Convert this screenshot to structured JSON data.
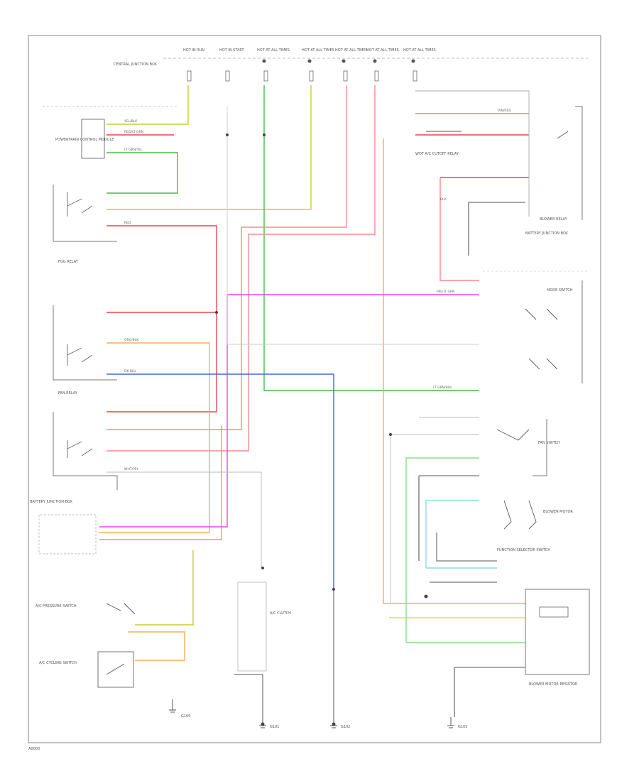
{
  "colors": {
    "yellow": "#c9cc33",
    "green": "#44bb44",
    "red": "#ee4444",
    "pink": "#ff8888",
    "orange": "#ffaa55",
    "magenta": "#ee44ee",
    "blue": "#4466dd",
    "tan": "#cc9966",
    "ltgreen": "#88dd88",
    "cyan": "#88dddd",
    "gray": "#777777",
    "black": "#444444",
    "frame": "#999999"
  },
  "fuse_labels": [
    "HOT IN RUN",
    "HOT IN START",
    "HOT AT ALL TIMES",
    "HOT AT ALL TIMES",
    "HOT AT ALL TIMES",
    "HOT AT ALL TIMES",
    "HOT AT ALL TIMES"
  ],
  "components": {
    "central_junction": "CENTRAL JUNCTION BOX",
    "ecm": "POWERTRAIN CONTROL MODULE",
    "fog_relay": "FOG RELAY",
    "fan_relay": "FAN RELAY",
    "wot_relay": "WOT A/C CUTOFF RELAY",
    "battery_jb": "BATTERY JUNCTION BOX",
    "ac_pressure": "A/C PRESSURE SWITCH",
    "ac_clutch": "A/C CLUTCH",
    "ac_cycling": "A/C CYCLING SWITCH",
    "fan_switch": "FAN SWITCH",
    "blower_motor": "BLOWER MOTOR",
    "blower_relay": "BLOWER RELAY",
    "mode_switch": "MODE SWITCH",
    "function_selector": "FUNCTION SELECTOR SWITCH",
    "resistor": "BLOWER MOTOR RESISTOR",
    "ground_g100": "G100",
    "ground_g101": "G101",
    "ground_g102": "G102",
    "ground_g103": "G103"
  },
  "wires": [
    "YEL/BLK",
    "RED/LT GRN",
    "LT GRN/YEL",
    "RED",
    "PPL/LT GRN",
    "ORG/BLK",
    "DK BLU",
    "TAN/RED",
    "WHT/PPL",
    "BLK",
    "LT GRN/BLK"
  ],
  "footer_code": "A0000"
}
